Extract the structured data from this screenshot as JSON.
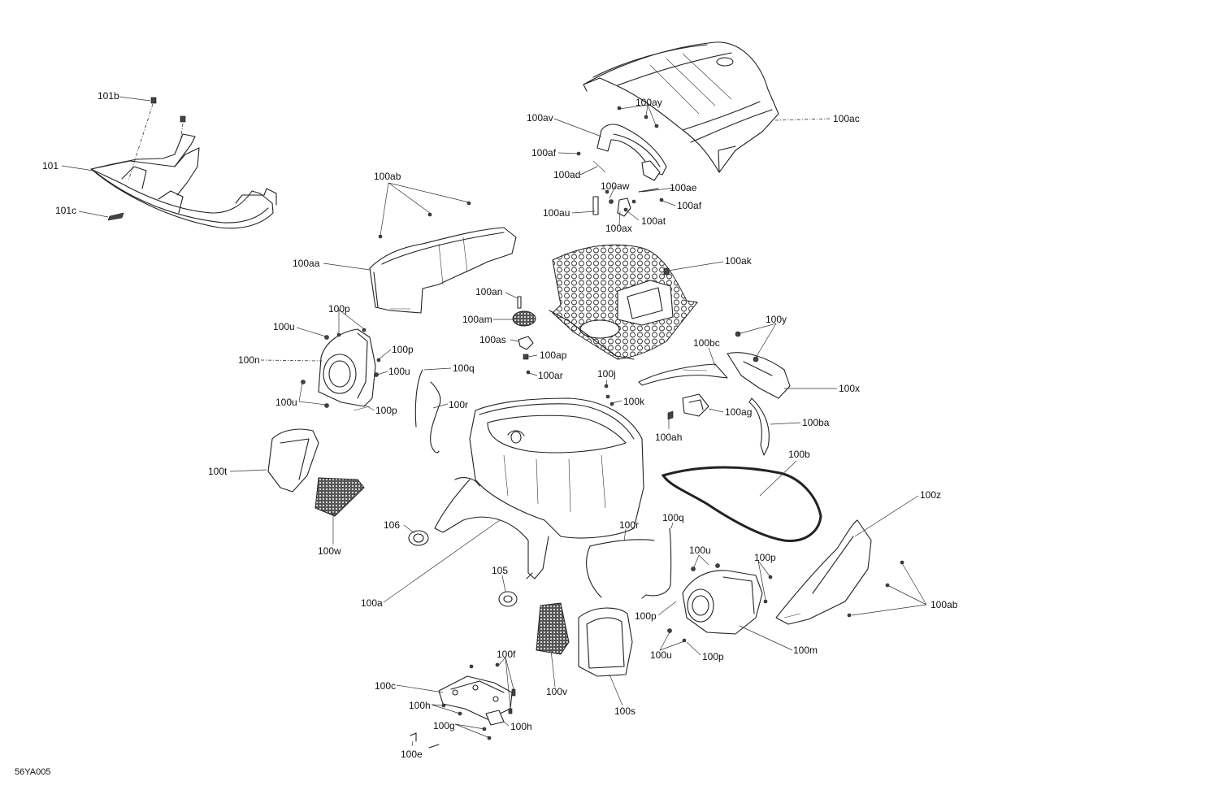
{
  "figure_code": "56YA005",
  "labels": [
    {
      "id": "101b",
      "text": "101b"
    },
    {
      "id": "101",
      "text": "101"
    },
    {
      "id": "101c",
      "text": "101c"
    },
    {
      "id": "100ab-top",
      "text": "100ab"
    },
    {
      "id": "100aa",
      "text": "100aa"
    },
    {
      "id": "100av",
      "text": "100av"
    },
    {
      "id": "100ay",
      "text": "100ay"
    },
    {
      "id": "100ac",
      "text": "100ac"
    },
    {
      "id": "100af-1",
      "text": "100af"
    },
    {
      "id": "100ad",
      "text": "100ad"
    },
    {
      "id": "100aw",
      "text": "100aw"
    },
    {
      "id": "100ae",
      "text": "100ae"
    },
    {
      "id": "100af-2",
      "text": "100af"
    },
    {
      "id": "100au",
      "text": "100au"
    },
    {
      "id": "100at",
      "text": "100at"
    },
    {
      "id": "100ax",
      "text": "100ax"
    },
    {
      "id": "100ak",
      "text": "100ak"
    },
    {
      "id": "100an",
      "text": "100an"
    },
    {
      "id": "100am",
      "text": "100am"
    },
    {
      "id": "100as",
      "text": "100as"
    },
    {
      "id": "100ap",
      "text": "100ap"
    },
    {
      "id": "100ar",
      "text": "100ar"
    },
    {
      "id": "100p-1",
      "text": "100p"
    },
    {
      "id": "100u-1",
      "text": "100u"
    },
    {
      "id": "100n",
      "text": "100n"
    },
    {
      "id": "100p-2",
      "text": "100p"
    },
    {
      "id": "100u-2",
      "text": "100u"
    },
    {
      "id": "100u-3",
      "text": "100u"
    },
    {
      "id": "100p-3",
      "text": "100p"
    },
    {
      "id": "100q-1",
      "text": "100q"
    },
    {
      "id": "100r-1",
      "text": "100r"
    },
    {
      "id": "100y",
      "text": "100y"
    },
    {
      "id": "100bc",
      "text": "100bc"
    },
    {
      "id": "100j",
      "text": "100j"
    },
    {
      "id": "100k",
      "text": "100k"
    },
    {
      "id": "100x",
      "text": "100x"
    },
    {
      "id": "100ag",
      "text": "100ag"
    },
    {
      "id": "100ah",
      "text": "100ah"
    },
    {
      "id": "100ba",
      "text": "100ba"
    },
    {
      "id": "100t",
      "text": "100t"
    },
    {
      "id": "100b",
      "text": "100b"
    },
    {
      "id": "100z",
      "text": "100z"
    },
    {
      "id": "106",
      "text": "106"
    },
    {
      "id": "100w",
      "text": "100w"
    },
    {
      "id": "100q-2",
      "text": "100q"
    },
    {
      "id": "100r-2",
      "text": "100r"
    },
    {
      "id": "100u-4",
      "text": "100u"
    },
    {
      "id": "100p-4",
      "text": "100p"
    },
    {
      "id": "105",
      "text": "105"
    },
    {
      "id": "100a",
      "text": "100a"
    },
    {
      "id": "100ab-bottom",
      "text": "100ab"
    },
    {
      "id": "100p-5",
      "text": "100p"
    },
    {
      "id": "100m",
      "text": "100m"
    },
    {
      "id": "100u-5",
      "text": "100u"
    },
    {
      "id": "100p-6",
      "text": "100p"
    },
    {
      "id": "100f",
      "text": "100f"
    },
    {
      "id": "100c",
      "text": "100c"
    },
    {
      "id": "100v",
      "text": "100v"
    },
    {
      "id": "100h-1",
      "text": "100h"
    },
    {
      "id": "100s",
      "text": "100s"
    },
    {
      "id": "100g",
      "text": "100g"
    },
    {
      "id": "100h-2",
      "text": "100h"
    },
    {
      "id": "100e",
      "text": "100e"
    }
  ]
}
